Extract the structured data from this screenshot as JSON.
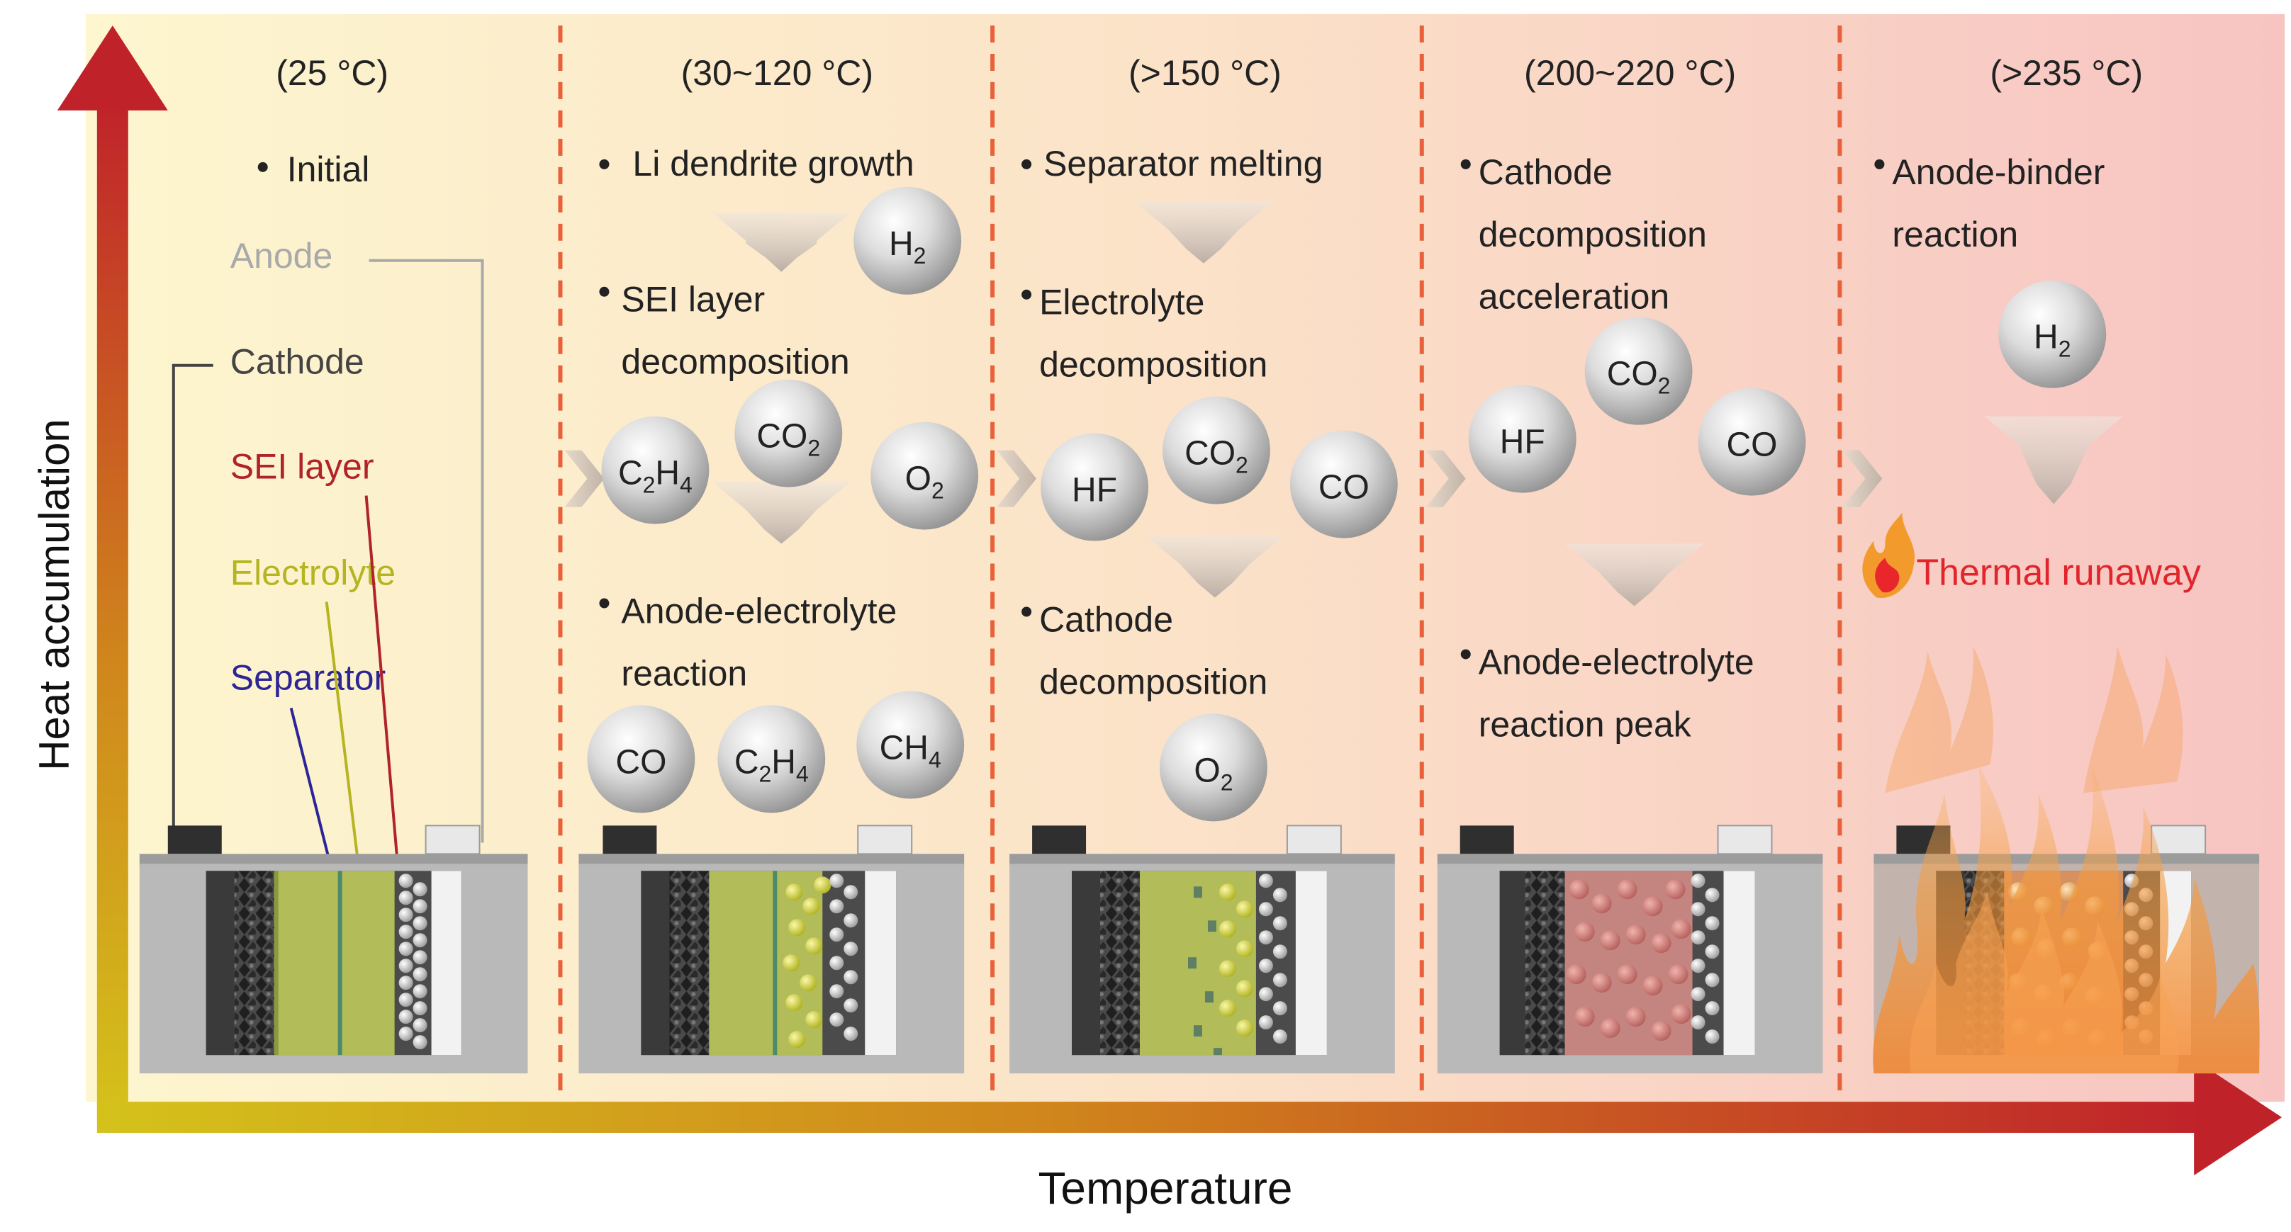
{
  "axes": {
    "y_label": "Heat accumulation",
    "x_label": "Temperature"
  },
  "stages": [
    {
      "temp": "(25 °C)",
      "items": [
        "Initial"
      ],
      "legend": [
        {
          "label": "Anode",
          "color": "#a9a9a9"
        },
        {
          "label": "Cathode",
          "color": "#444444"
        },
        {
          "label": "SEI layer",
          "color": "#b0232a"
        },
        {
          "label": "Electrolyte",
          "color": "#b5b522"
        },
        {
          "label": "Separator",
          "color": "#2b2596"
        }
      ]
    },
    {
      "temp": "(30~120 °C)",
      "items": [
        "Li dendrite growth",
        "SEI layer decomposition",
        "Anode-electrolyte reaction"
      ],
      "gases_a": [
        "H2"
      ],
      "gases_b": [
        "C2H4",
        "CO2",
        "O2"
      ],
      "gases_c": [
        "CO",
        "C2H4",
        "CH4"
      ]
    },
    {
      "temp": "(>150 °C)",
      "items": [
        "Separator melting",
        "Electrolyte decomposition",
        "Cathode decomposition"
      ],
      "gases_a": [
        "HF",
        "CO2",
        "CO"
      ],
      "gases_b": [
        "O2"
      ]
    },
    {
      "temp": "(200~220 °C)",
      "items": [
        "Cathode decomposition acceleration",
        "Anode-electrolyte reaction peak"
      ],
      "gases_a": [
        "HF",
        "CO2",
        "CO"
      ]
    },
    {
      "temp": "(>235 °C)",
      "items": [
        "Anode-binder reaction"
      ],
      "gases_a": [
        "H2"
      ],
      "event": "Thermal runaway"
    }
  ],
  "colors": {
    "axis": "#c0222a",
    "divider": "#e8613a",
    "event_text": "#e0262c",
    "bg_start": "#fdf6cf",
    "bg_end": "#f7c4c2"
  }
}
